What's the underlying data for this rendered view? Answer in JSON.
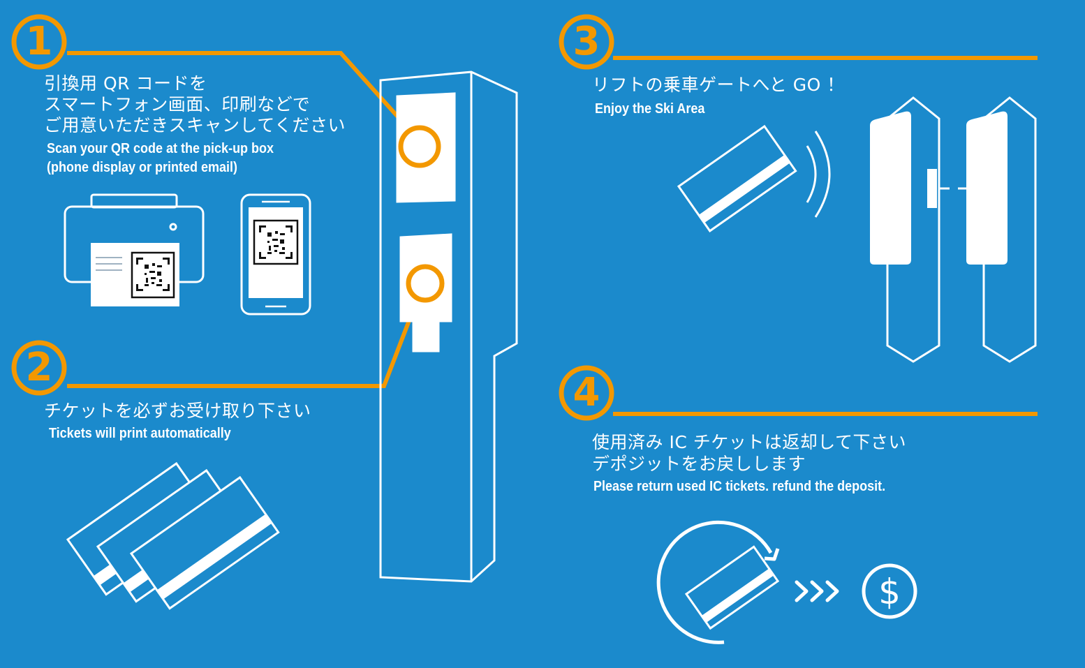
{
  "colors": {
    "background": "#1b8acc",
    "accent": "#f39800",
    "line": "#ffffff"
  },
  "steps": [
    {
      "number": "1",
      "jp_lines": [
        "引換用 QR コードを",
        "スマートフォン画面、印刷などで",
        "ご用意いただきスキャンしてください"
      ],
      "en_lines": [
        "Scan your QR code at the pick-up box",
        "(phone display or printed email)"
      ]
    },
    {
      "number": "2",
      "jp_lines": [
        "チケットを必ずお受け取り下さい"
      ],
      "en_lines": [
        "Tickets will print automatically"
      ]
    },
    {
      "number": "3",
      "jp_lines": [
        "リフトの乗車ゲートへと GO ！"
      ],
      "en_lines": [
        "Enjoy the Ski Area"
      ]
    },
    {
      "number": "4",
      "jp_lines": [
        "使用済み IC チケットは返却して下さい",
        "デポジットをお戻しします"
      ],
      "en_lines": [
        "Please return used IC tickets. refund the deposit."
      ]
    }
  ],
  "icons": {
    "printer": "printer-icon",
    "phone": "smartphone-icon",
    "qr": "qr-code-icon",
    "kiosk": "ticket-kiosk-icon",
    "tickets": "ic-ticket-icon",
    "nfc": "contactless-signal-icon",
    "gate": "lift-gate-icon",
    "return": "return-arrow-icon",
    "arrows": "chevrons-right-icon",
    "deposit": "dollar-coin-icon"
  }
}
